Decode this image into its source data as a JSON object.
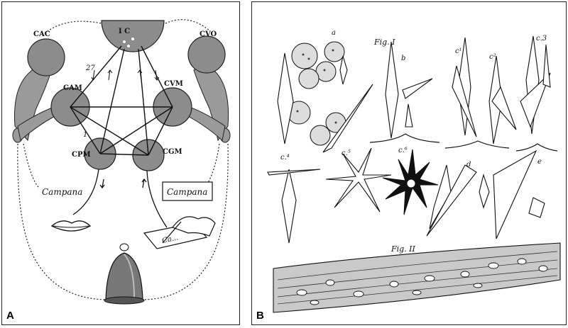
{
  "panel_a": {
    "label": "A",
    "nodes": {
      "top": "I C",
      "cac": "CAC",
      "cvo": "CVO",
      "cam": "CAM",
      "cvm": "CVM",
      "cpm": "CPM",
      "cgm": "CGM"
    },
    "num_a": "27",
    "num_b": "1",
    "campana_left": "Campana",
    "campana_right": "Campana",
    "card_text": "Ca..."
  },
  "panel_b": {
    "label": "B",
    "fig1": "Fig. I",
    "fig2": "Fig. II",
    "letters": {
      "a": "a",
      "b": "b",
      "c1": "c¹",
      "c2": "c²",
      "c3": "c.3",
      "c4": "c.⁴",
      "c5": "c.⁵",
      "c6": "c.⁶",
      "d": "d",
      "e": "e"
    }
  }
}
